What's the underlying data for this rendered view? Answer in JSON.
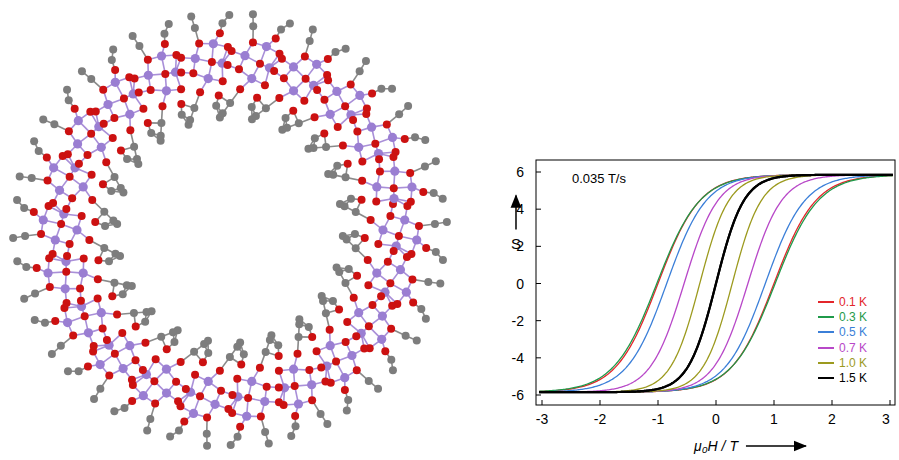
{
  "diagram": {
    "labels": [
      "0.035 T/s",
      "S",
      "μ₀H / T",
      "6",
      "4",
      "2",
      "0",
      "-2",
      "-4",
      "-6",
      "-3",
      "-2",
      "-1",
      "0",
      "1",
      "2",
      "3"
    ],
    "legend": [
      {
        "text": "0.1 K",
        "color": "#e3262b"
      },
      {
        "text": "0.3 K",
        "color": "#1f9a4a"
      },
      {
        "text": "0.5 K",
        "color": "#3b7fd8"
      },
      {
        "text": "0.7 K",
        "color": "#b848c8"
      },
      {
        "text": "1.0 K",
        "color": "#9c9a1e"
      },
      {
        "text": "1.5 K",
        "color": "#000000"
      }
    ]
  }
}
